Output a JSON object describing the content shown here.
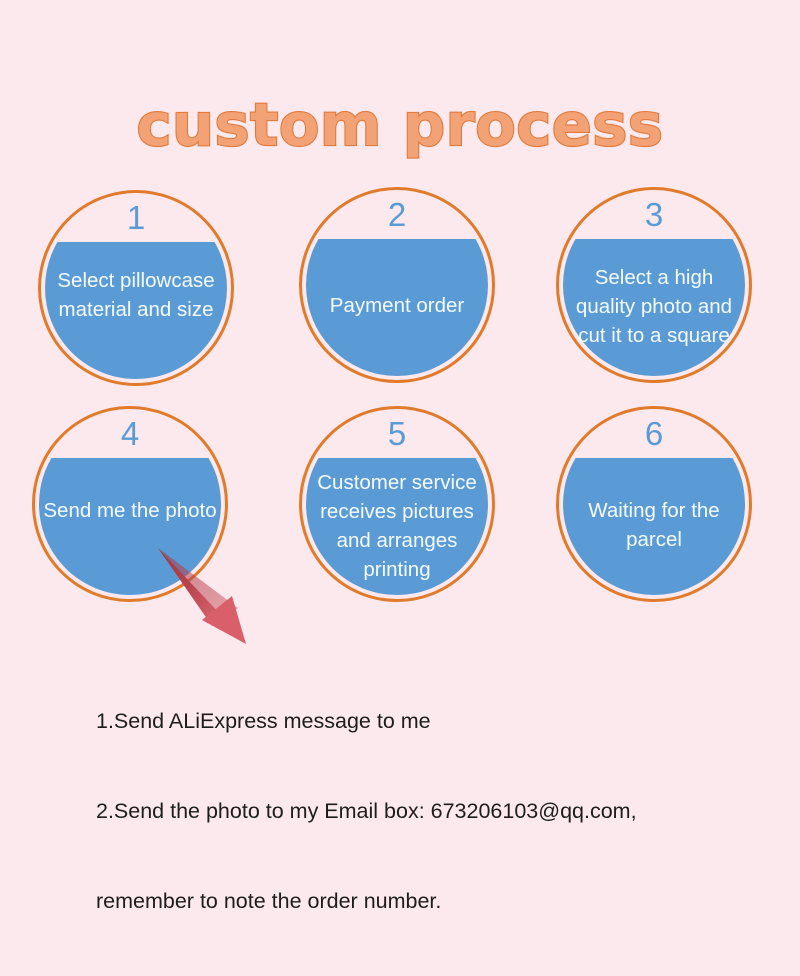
{
  "page": {
    "background_color": "#fce9ee",
    "title": "custom process",
    "title_fill_color": "#f2a274",
    "title_stroke_color": "#e07a3d"
  },
  "theme": {
    "ring_color": "#e07b2b",
    "fill_color": "#5b9bd5",
    "number_color": "#5b9bd5",
    "label_color": "#f4fbff",
    "arrow_color_dark": "#9e3442",
    "arrow_color_light": "#d9606a",
    "note_color": "#1d1d1d"
  },
  "steps": [
    {
      "number": "1",
      "label": "Select pillowcase material and size"
    },
    {
      "number": "2",
      "label": "Payment order"
    },
    {
      "number": "3",
      "label": "Select a high quality photo and cut it to a square"
    },
    {
      "number": "4",
      "label": "Send me the photo"
    },
    {
      "number": "5",
      "label": "Customer service receives pictures and arranges printing"
    },
    {
      "number": "6",
      "label": "Waiting for the parcel"
    }
  ],
  "note": {
    "line1": "1.Send ALiExpress message to me",
    "line2": "2.Send the photo to my Email box: 673206103@qq.com,",
    "line3": "remember to note the order number."
  }
}
